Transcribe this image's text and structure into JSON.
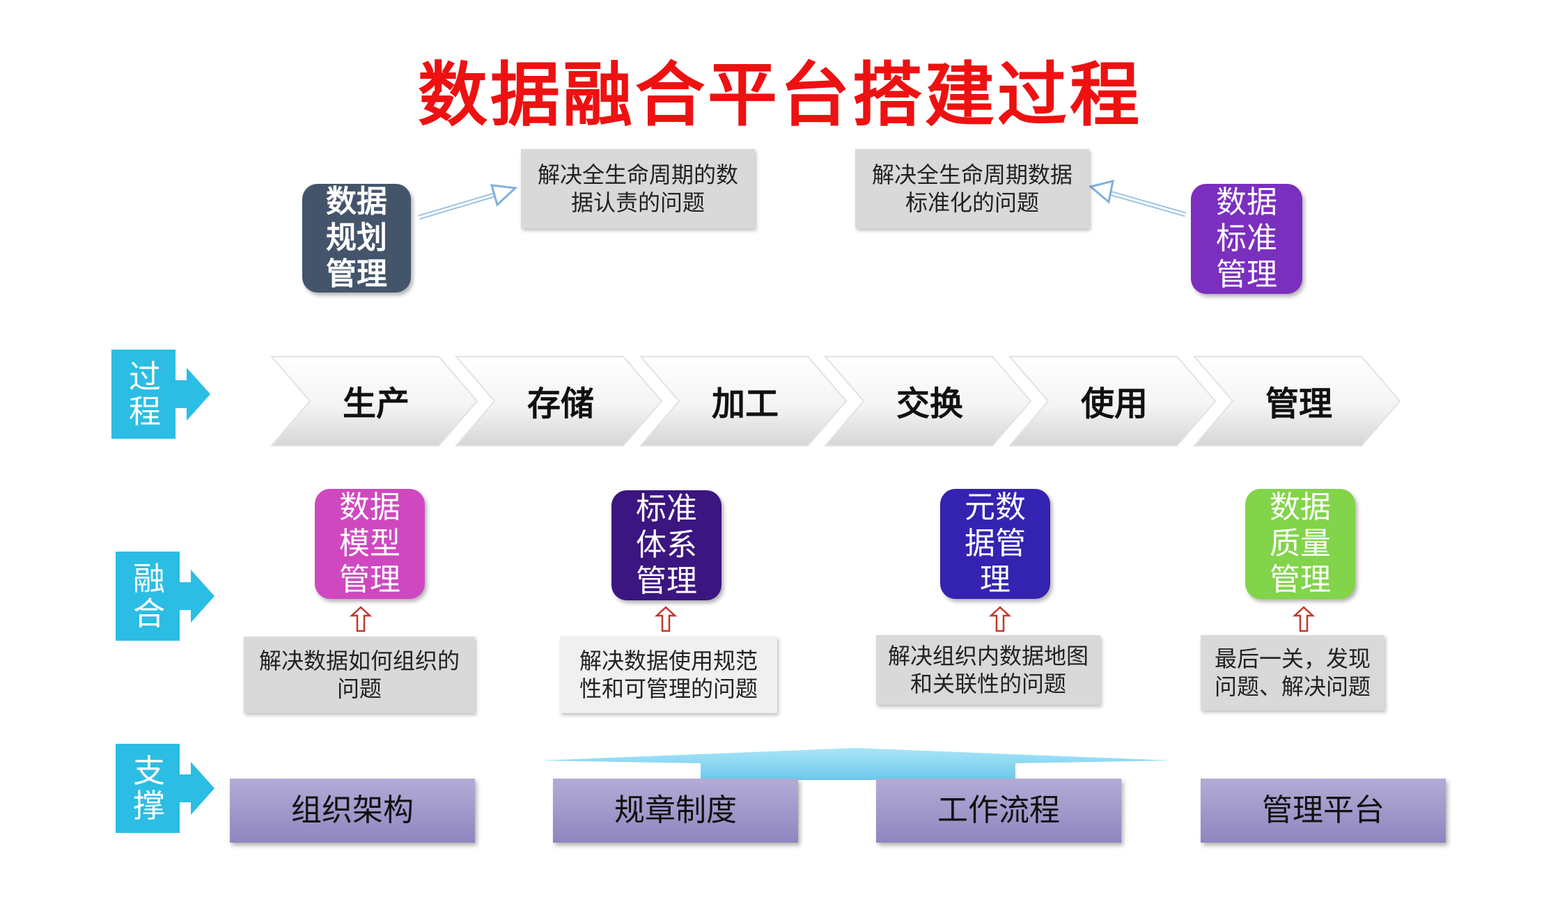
{
  "title": "数据融合平台搭建过程",
  "top_tiles": [
    {
      "lines": [
        "数据",
        "规划",
        "管理"
      ],
      "color": "#44546a"
    },
    {
      "lines": [
        "数据",
        "标准",
        "管理"
      ],
      "color": "#7b2fbe"
    }
  ],
  "top_notes": [
    "解决全生命周期的数据认责的问题",
    "解决全生命周期数据标准化的问题"
  ],
  "side_tags": {
    "process": [
      "过",
      "程"
    ],
    "fusion": [
      "融",
      "合"
    ],
    "support": [
      "支",
      "撑"
    ],
    "color": "#2bbde3"
  },
  "stages": [
    "生产",
    "存储",
    "加工",
    "交换",
    "使用",
    "管理"
  ],
  "fusion_tiles": [
    {
      "lines": [
        "数据",
        "模型",
        "管理"
      ],
      "color": "#cf48c0"
    },
    {
      "lines": [
        "标准",
        "体系",
        "管理"
      ],
      "color": "#3b1580"
    },
    {
      "lines": [
        "元数",
        "据管",
        "理"
      ],
      "color": "#3323b0"
    },
    {
      "lines": [
        "数据",
        "质量",
        "管理"
      ],
      "color": "#82d44a"
    }
  ],
  "fusion_notes": [
    "解决数据如何组织的问题",
    "解决数据使用规范性和可管理的问题",
    "解决组织内数据地图和关联性的问题",
    "最后一关，发现问题、解决问题"
  ],
  "supports": [
    "组织架构",
    "规章制度",
    "工作流程",
    "管理平台"
  ]
}
